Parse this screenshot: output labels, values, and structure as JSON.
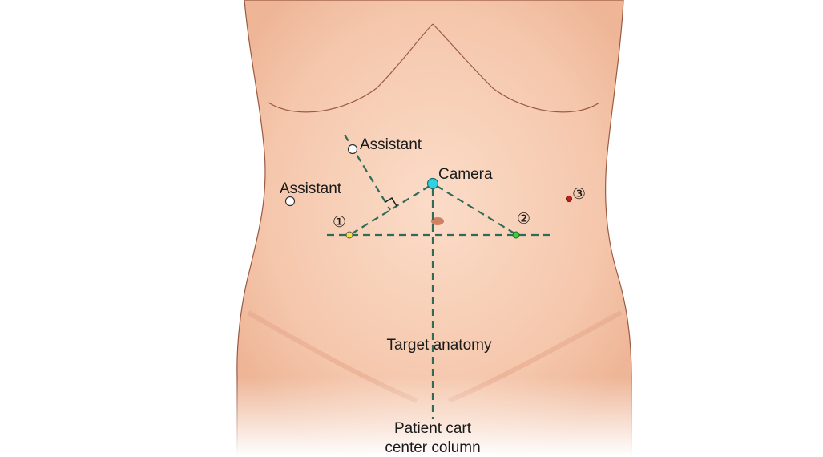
{
  "labels": {
    "assistant_upper": "Assistant",
    "assistant_left": "Assistant",
    "camera": "Camera",
    "port_1": "①",
    "port_2": "②",
    "port_3": "③",
    "target": "Target anatomy",
    "cart_line1": "Patient cart",
    "cart_line2": "center column"
  },
  "colors": {
    "skin": "#f6cdb4",
    "skin_shadow": "#e9a98a",
    "guide_line": "#2f6b57",
    "camera_port": "#2fd3e0",
    "port_1": "#f2e23a",
    "port_2": "#3ccf3c",
    "port_3": "#c0201e",
    "assistant_port": "#ffffff"
  }
}
